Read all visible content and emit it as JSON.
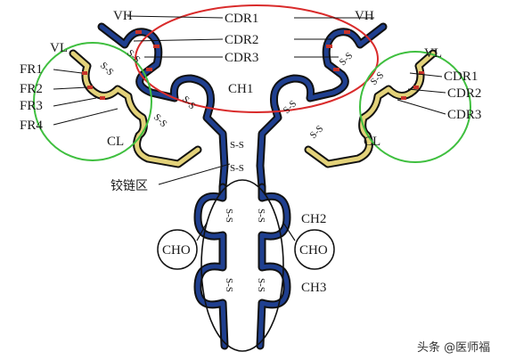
{
  "diagram": {
    "labels": {
      "vh_left": "VH",
      "vh_right": "VH",
      "vl_left": "VL",
      "vl_right": "VL",
      "cdr1": "CDR1",
      "cdr2": "CDR2",
      "cdr3": "CDR3",
      "fr1": "FR1",
      "fr2": "FR2",
      "fr3": "FR3",
      "fr4": "FR4",
      "ch1": "CH1",
      "cl_left": "CL",
      "cl_right": "CL",
      "cdr1_right": "CDR1",
      "cdr2_right": "CDR2",
      "cdr3_right": "CDR3",
      "hinge": "铰链区",
      "ch2": "CH2",
      "ch3": "CH3",
      "cho_left": "CHO",
      "cho_right": "CHO",
      "ss": "S-S"
    },
    "colors": {
      "heavy_chain": "#1f3f8f",
      "light_chain": "#e3d27a",
      "cdr_highlight": "#c8332a",
      "variable_ellipse": "#d92b2b",
      "light_variable_circle": "#3fbf3f",
      "outline": "#111111"
    }
  },
  "watermark": "头条 @医师福"
}
